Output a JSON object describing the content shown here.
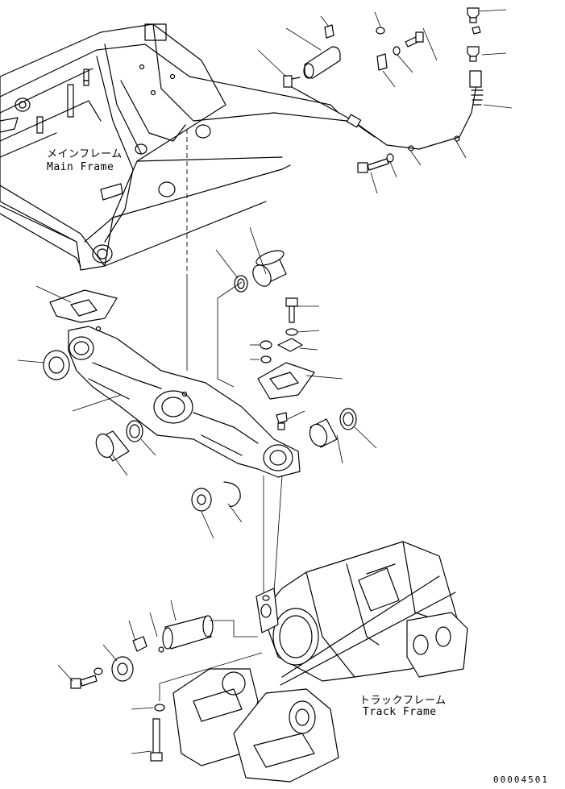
{
  "labels": {
    "main_frame_jp": "メインフレーム",
    "main_frame_en": "Main Frame",
    "track_frame_jp": "トラックフレーム",
    "track_frame_en": "Track Frame"
  },
  "reference_number": "00004501"
}
